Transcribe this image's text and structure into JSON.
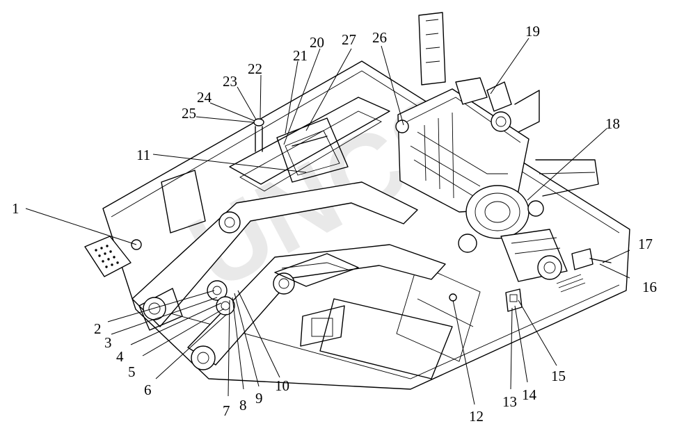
{
  "figure": {
    "background": "#ffffff",
    "line_color": "#000000",
    "watermark": "UNCS",
    "callouts": [
      "1",
      "2",
      "3",
      "4",
      "5",
      "6",
      "7",
      "8",
      "9",
      "10",
      "11",
      "12",
      "13",
      "14",
      "15",
      "16",
      "17",
      "18",
      "19",
      "20",
      "21",
      "22",
      "23",
      "24",
      "25",
      "26",
      "27"
    ]
  }
}
